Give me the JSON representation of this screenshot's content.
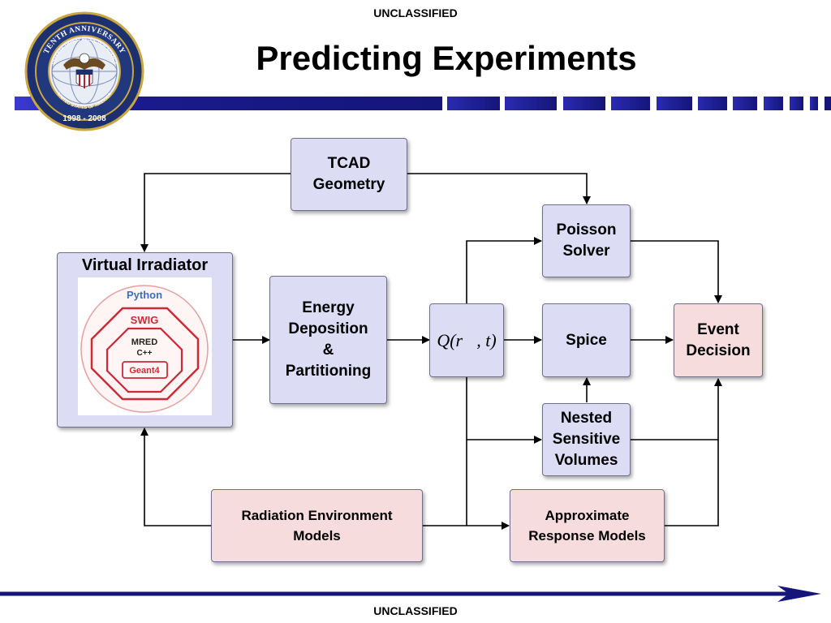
{
  "header": {
    "classification_top": "UNCLASSIFIED",
    "title": "Predicting Experiments",
    "logo": {
      "ring_top_text": "TENTH ANNIVERSARY",
      "ring_inner_text": "DEFENSE THREAT REDUCTION AGENCY",
      "ring_bottom_text": "UNITED STATES OF AMERICA",
      "years": "1998 - 2008"
    }
  },
  "footer": {
    "classification_bottom": "UNCLASSIFIED"
  },
  "diagram": {
    "tcad": "TCAD\nGeometry",
    "virtual_irradiator": {
      "title": "Virtual Irradiator",
      "python": "Python",
      "swig": "SWIG",
      "mred": "MRED",
      "cpp": "C++",
      "geant4": "Geant4"
    },
    "energy": "Energy\nDeposition\n&\nPartitioning",
    "q": "Q(r⃗, t)",
    "poisson": "Poisson\nSolver",
    "spice": "Spice",
    "nested": "Nested\nSensitive\nVolumes",
    "event": "Event\nDecision",
    "radiation": "Radiation Environment\nModels",
    "approx": "Approximate\nResponse Models"
  },
  "colors": {
    "process_box": "#dcdcf5",
    "model_box": "#f6dcdc",
    "banner_blue": "#1a1a8c",
    "irradiator_red": "#cc2a36",
    "python_blue": "#3a6fc4"
  }
}
